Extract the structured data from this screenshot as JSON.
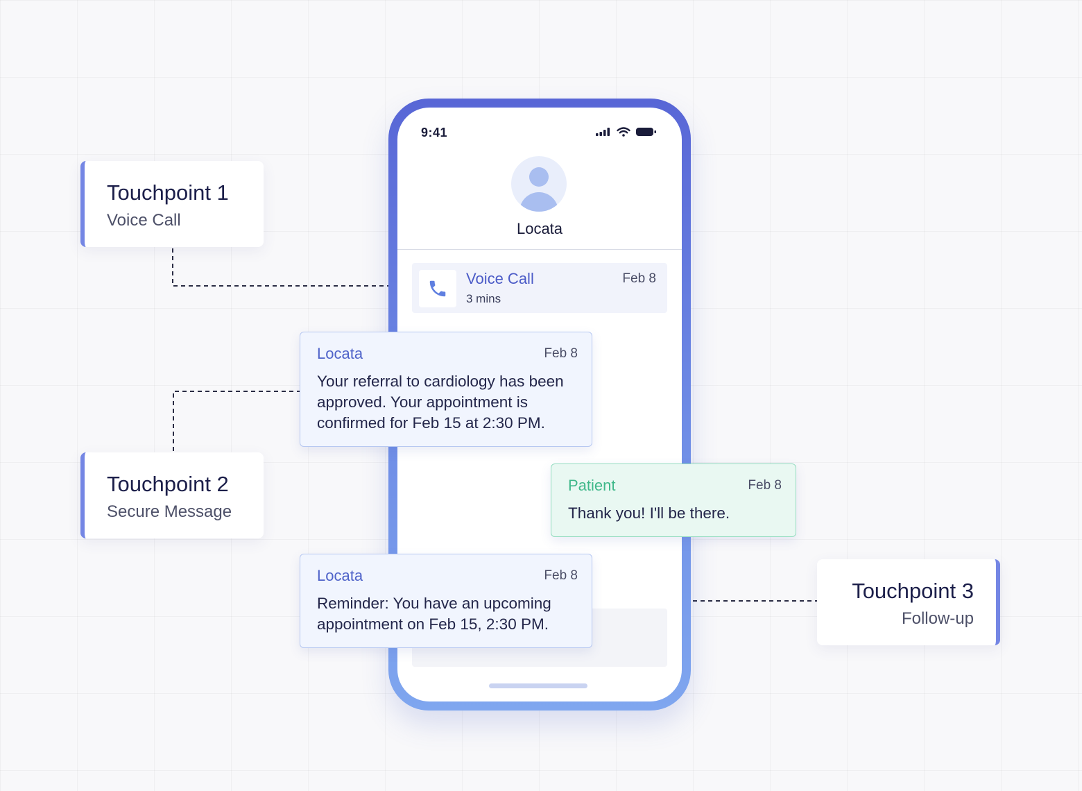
{
  "phone": {
    "status_time": "9:41",
    "contact_name": "Locata",
    "call": {
      "title": "Voice Call",
      "duration": "3 mins",
      "date": "Feb 8"
    }
  },
  "messages": [
    {
      "sender": "Locata",
      "date": "Feb 8",
      "text": "Your referral to cardiology has been approved. Your appointment is confirmed for Feb 15 at 2:30 PM."
    },
    {
      "sender": "Patient",
      "date": "Feb 8",
      "text": "Thank you! I'll be there."
    },
    {
      "sender": "Locata",
      "date": "Feb 8",
      "text": "Reminder: You have an upcoming appointment on Feb 15, 2:30 PM."
    }
  ],
  "touchpoints": [
    {
      "title": "Touchpoint 1",
      "subtitle": "Voice Call"
    },
    {
      "title": "Touchpoint 2",
      "subtitle": "Secure Message"
    },
    {
      "title": "Touchpoint 3",
      "subtitle": "Follow-up"
    }
  ],
  "colors": {
    "accent": "#5866d6",
    "locata_sender": "#4f63c9",
    "patient_sender": "#3fb88a",
    "touchpoint_bar": "#7486e4"
  },
  "icons": [
    "signal-icon",
    "wifi-icon",
    "battery-icon",
    "avatar-icon",
    "phone-icon"
  ]
}
